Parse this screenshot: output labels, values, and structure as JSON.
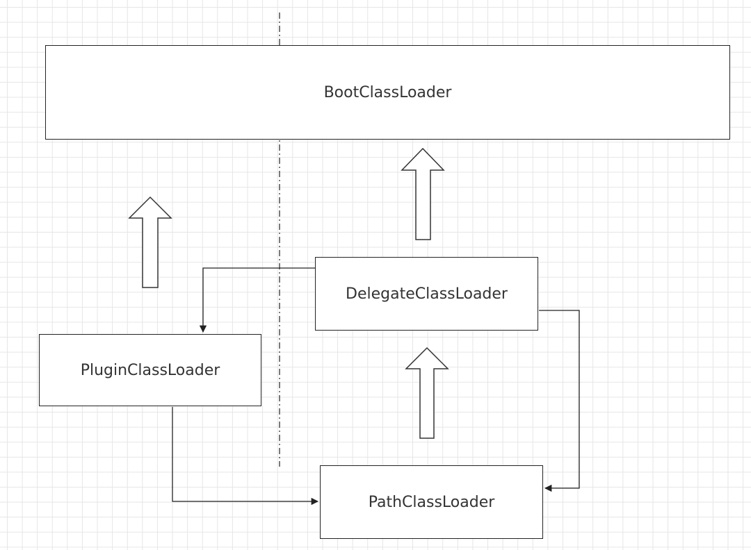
{
  "nodes": {
    "boot": {
      "label": "BootClassLoader"
    },
    "delegate": {
      "label": "DelegateClassLoader"
    },
    "plugin": {
      "label": "PluginClassLoader"
    },
    "path": {
      "label": "PathClassLoader"
    }
  },
  "colors": {
    "stroke": "#222222",
    "text": "#333333",
    "grid": "#e6e6e6"
  }
}
